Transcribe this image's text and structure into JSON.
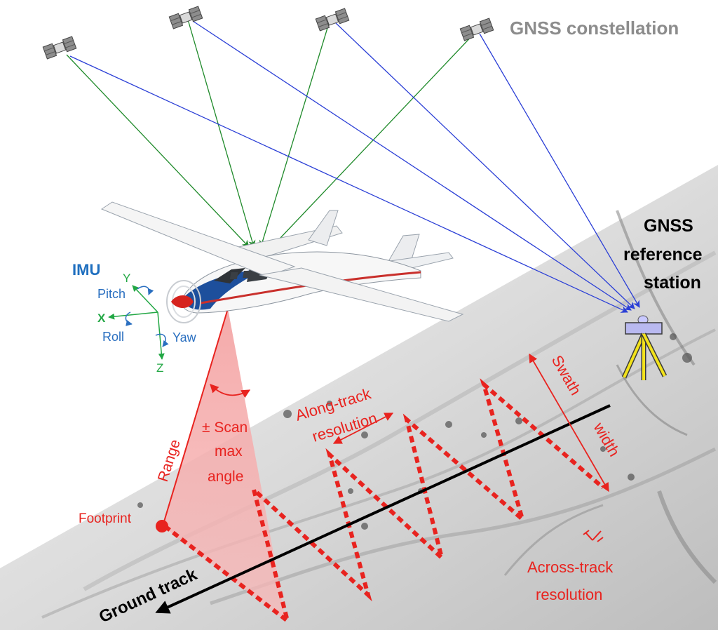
{
  "title": "GNSS constellation",
  "labels": {
    "imu": "IMU",
    "pitch": "Pitch",
    "roll": "Roll",
    "yaw": "Yaw",
    "axis_x": "X",
    "axis_y": "Y",
    "axis_z": "Z",
    "station_1": "GNSS",
    "station_2": "reference",
    "station_3": "station",
    "scan_1": "± Scan",
    "scan_2": "max",
    "scan_3": "angle",
    "range": "Range",
    "footprint": "Footprint",
    "ground_track": "Ground track",
    "along_1": "Along-track",
    "along_2": "resolution",
    "swath_1": "Swath",
    "swath_2": "width",
    "across_1": "Across-track",
    "across_2": "resolution"
  },
  "colors": {
    "title": "#8c8c8c",
    "imu": "#1f6fbf",
    "axes": "#22a744",
    "rotation": "#2a6fc0",
    "red": "#e8231f",
    "green_signal": "#1f8a2a",
    "blue_signal": "#2b3fd6",
    "station": "#3a3a3a",
    "tripod": "#f2e21b"
  },
  "icons": {
    "satellite": "satellite-icon",
    "aircraft": "aircraft-icon",
    "tripod": "gnss-tripod-icon"
  }
}
